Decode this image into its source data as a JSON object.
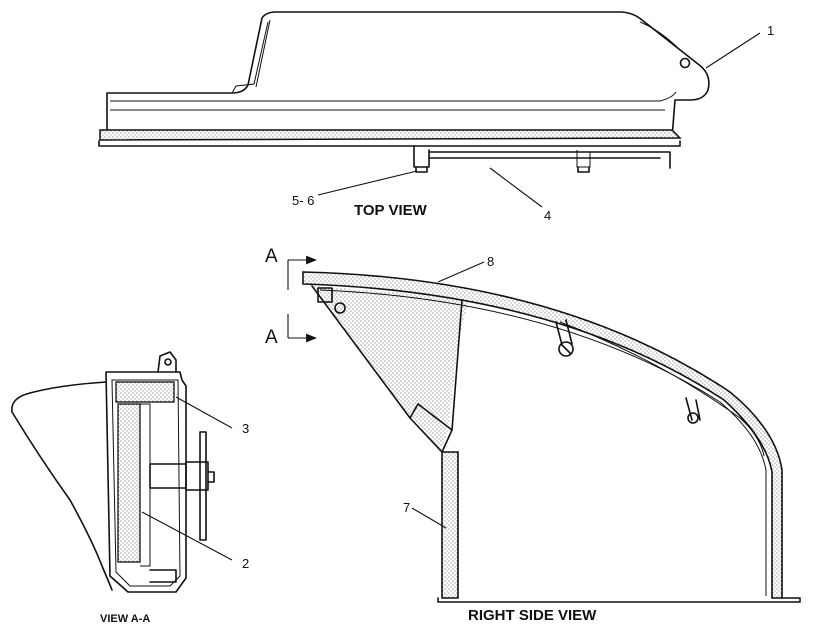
{
  "callouts": {
    "c1": "1",
    "c2": "2",
    "c3": "3",
    "c4": "4",
    "c56": "5- 6",
    "c7": "7",
    "c8": "8"
  },
  "views": {
    "top": "TOP VIEW",
    "right_side": "RIGHT SIDE VIEW",
    "section": "VIEW A-A"
  },
  "section_markers": {
    "upper": "A",
    "lower": "A"
  }
}
